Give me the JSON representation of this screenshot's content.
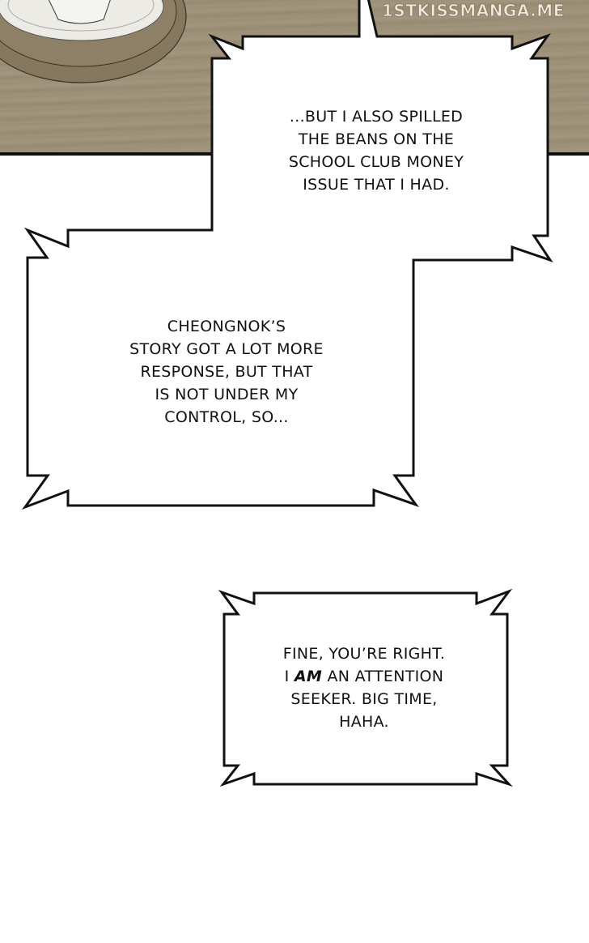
{
  "panel": {
    "scene": "overhead view of wooden table with saucer and cup on round tray",
    "background_color": "#9c8f76",
    "watermark": "1STKISSMANGA.ME"
  },
  "bubbles": [
    {
      "id": "top",
      "lines": [
        "...BUT I ALSO SPILLED",
        "THE BEANS ON THE",
        "SCHOOL CLUB MONEY",
        "ISSUE THAT I HAD."
      ]
    },
    {
      "id": "middle",
      "lines": [
        "CHEONGNOK’S",
        "STORY GOT A LOT MORE",
        "RESPONSE, BUT THAT",
        "IS NOT UNDER MY",
        "CONTROL, SO..."
      ]
    },
    {
      "id": "bottom",
      "lines": [
        "FINE, YOU’RE RIGHT.",
        "I",
        "AM",
        "AN ATTENTION",
        "SEEKER. BIG TIME,",
        "HAHA."
      ]
    }
  ],
  "colors": {
    "outline": "#111111",
    "bubble_fill": "#ffffff",
    "text": "#111111"
  }
}
